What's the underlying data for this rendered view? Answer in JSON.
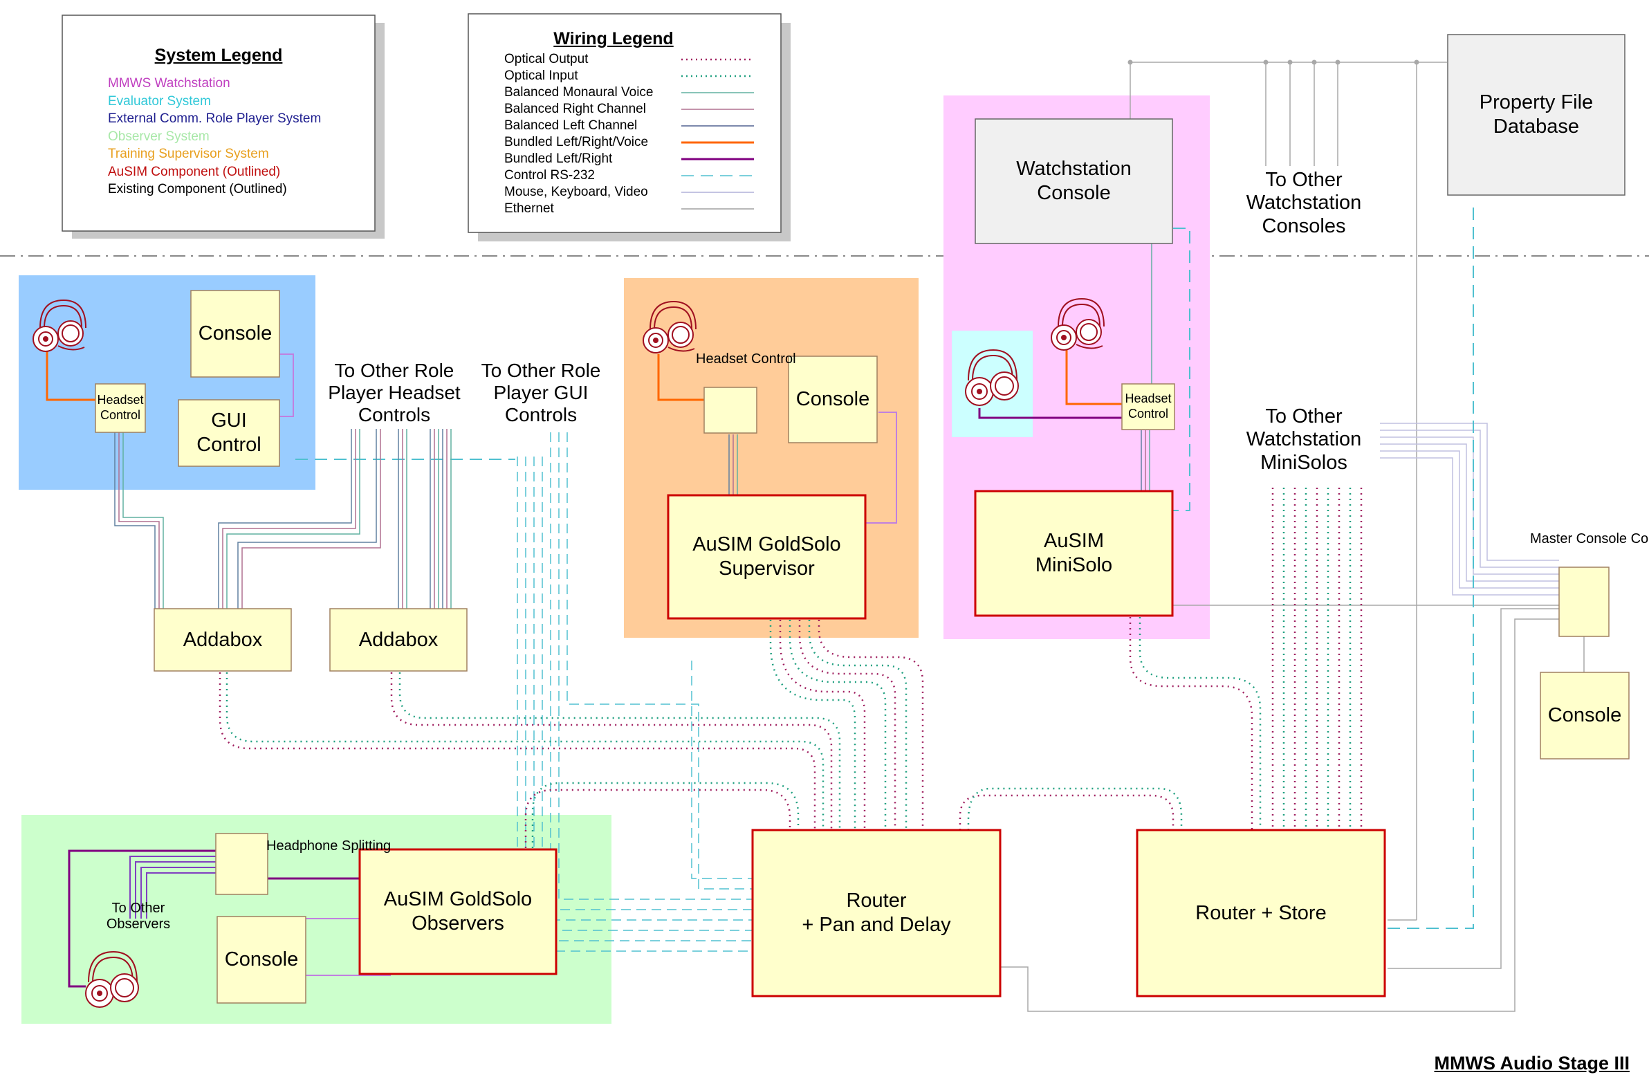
{
  "system_legend": {
    "title": "System Legend",
    "items": [
      {
        "label": "MMWS Watchstation",
        "color": "#c040c0"
      },
      {
        "label": "Evaluator System",
        "color": "#30c8d8"
      },
      {
        "label": "External Comm. Role Player System",
        "color": "#202090"
      },
      {
        "label": "Observer System",
        "color": "#a8e8a8"
      },
      {
        "label": "Training Supervisor System",
        "color": "#e8a020"
      },
      {
        "label": "AuSIM Component (Outlined)",
        "color": "#c01010"
      },
      {
        "label": "Existing Component (Outlined)",
        "color": "#000000"
      }
    ]
  },
  "wiring_legend": {
    "title": "Wiring Legend",
    "items": [
      {
        "label": "Optical Output",
        "style": "optical-output"
      },
      {
        "label": "Optical Input",
        "style": "optical-input"
      },
      {
        "label": "Balanced Monaural Voice",
        "style": "balanced-mono"
      },
      {
        "label": "Balanced Right Channel",
        "style": "balanced-right"
      },
      {
        "label": "Balanced Left Channel",
        "style": "balanced-left"
      },
      {
        "label": "Bundled Left/Right/Voice",
        "style": "bundled-lrv"
      },
      {
        "label": "Bundled Left/Right",
        "style": "bundled-lr"
      },
      {
        "label": "Control RS-232",
        "style": "rs232"
      },
      {
        "label": "Mouse, Keyboard, Video",
        "style": "mkv"
      },
      {
        "label": "Ethernet",
        "style": "ethernet"
      }
    ]
  },
  "components": {
    "property_file_db": "Property File\nDatabase",
    "watchstation_console": "Watchstation\nConsole",
    "rp_console": "Console",
    "rp_gui_control": "GUI\nControl",
    "rp_headset_control": "Headset\nControl",
    "addabox_1": "Addabox",
    "addabox_2": "Addabox",
    "sup_headset_control": "Headset\nControl",
    "sup_console": "Console",
    "goldsolo_supervisor": "AuSIM GoldSolo\nSupervisor",
    "ws_headset_control": "Headset\nControl",
    "ausim_minisolo": "AuSIM\nMiniSolo",
    "master_console_switch": "Master Console\nControl Switch",
    "master_console": "Console",
    "headphone_splitting": "Headphone\nSplitting",
    "obs_console": "Console",
    "goldsolo_observers": "AuSIM GoldSolo\nObservers",
    "router_pan_delay": "Router\n+ Pan and Delay",
    "router_store": "Router + Store"
  },
  "annotations": {
    "other_ws_consoles": "To Other\nWatchstation\nConsoles",
    "other_rp_headset": "To Other Role\nPlayer Headset\nControls",
    "other_rp_gui": "To Other Role\nPlayer GUI\nControls",
    "other_ws_minisolos": "To Other\nWatchstation\nMiniSolos",
    "other_observers": "To Other\nObservers"
  },
  "stage_title": "MMWS Audio Stage III",
  "colors": {
    "roleplayer_zone": "#99ccff",
    "supervisor_zone": "#ffcc99",
    "watchstation_zone": "#ffccff",
    "evaluator_zone": "#ccffff",
    "observer_zone": "#ccffcc",
    "component_fill": "#ffffcc",
    "ausim_outline": "#cc0000",
    "grey_box": "#f0f0f0"
  }
}
